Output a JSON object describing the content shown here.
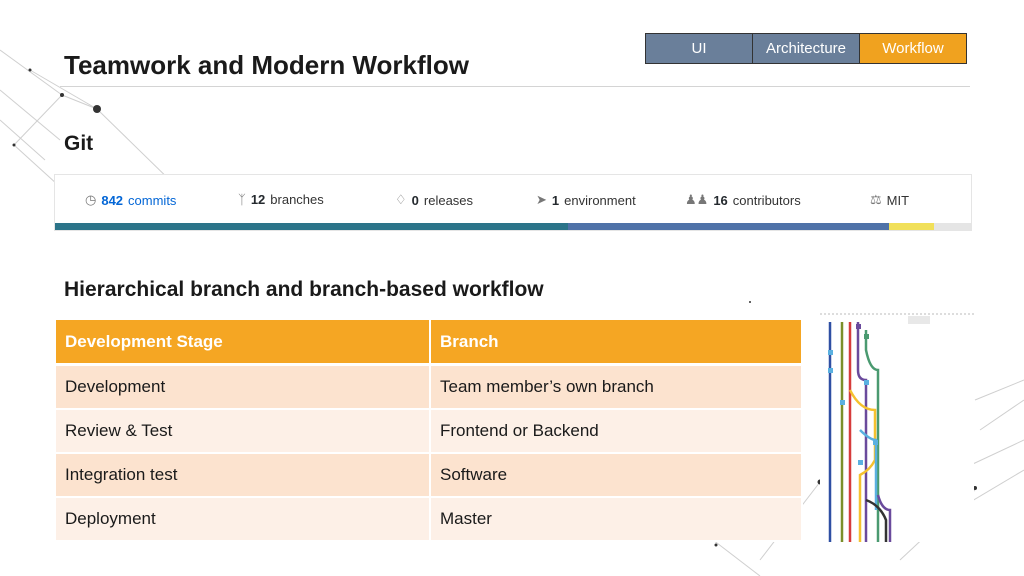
{
  "header": {
    "title": "Teamwork and Modern Workflow",
    "nav_tabs": [
      {
        "label": "UI",
        "active": false
      },
      {
        "label": "Architecture",
        "active": false
      },
      {
        "label": "Workflow",
        "active": true
      }
    ]
  },
  "git_section": {
    "title": "Git",
    "stats": [
      {
        "icon": "commits-icon",
        "count": "842",
        "label": "commits"
      },
      {
        "icon": "branch-icon",
        "count": "12",
        "label": "branches"
      },
      {
        "icon": "tag-icon",
        "count": "0",
        "label": "releases"
      },
      {
        "icon": "rocket-icon",
        "count": "1",
        "label": "environment"
      },
      {
        "icon": "contributors-icon",
        "count": "16",
        "label": "contributors"
      },
      {
        "icon": "law-icon",
        "count": "",
        "label": "MIT"
      }
    ],
    "language_bar": [
      {
        "color": "#2b7489",
        "fraction": 0.56
      },
      {
        "color": "#4f72a8",
        "fraction": 0.35
      },
      {
        "color": "#f1e05a",
        "fraction": 0.05
      },
      {
        "color": "#e5e5e5",
        "fraction": 0.04
      }
    ]
  },
  "workflow": {
    "title": "Hierarchical branch and branch-based workflow",
    "columns": [
      "Development Stage",
      "Branch"
    ],
    "rows": [
      [
        "Development",
        "Team member’s own branch"
      ],
      [
        "Review  & Test",
        "Frontend or Backend"
      ],
      [
        "Integration test",
        "Software"
      ],
      [
        "Deployment",
        "Master"
      ]
    ]
  },
  "colors": {
    "accent": "#f5a623",
    "nav_inactive": "#6a7f9a",
    "row_odd": "#fce3cf",
    "row_even": "#fdf0e7"
  }
}
